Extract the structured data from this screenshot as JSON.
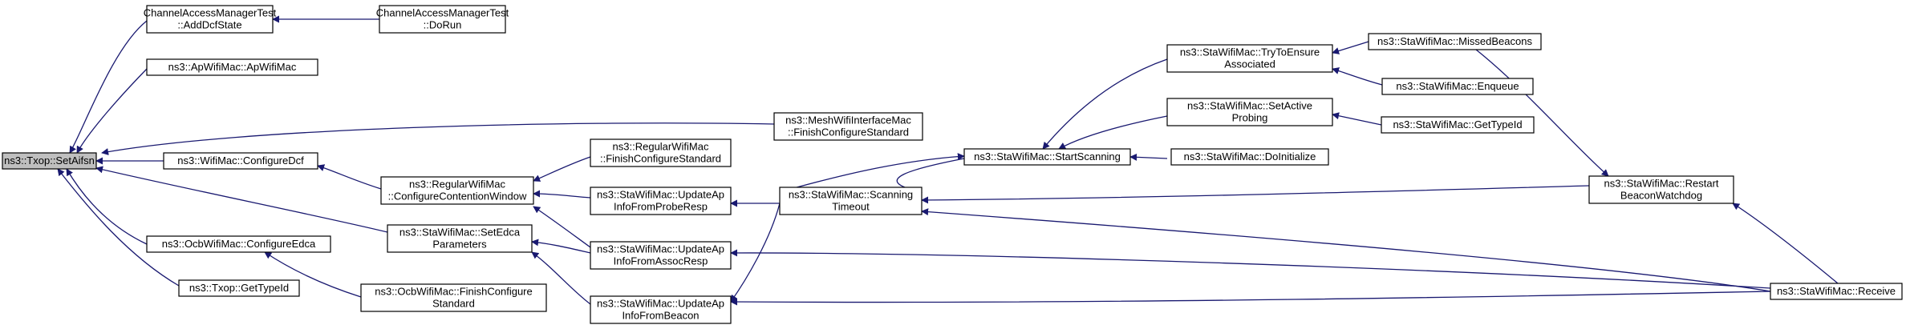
{
  "colors": {
    "edge": "#191970",
    "node_border": "#000000",
    "root_fill": "#bfbfbf",
    "node_fill": "#ffffff"
  },
  "nodes": [
    {
      "id": "root",
      "lines": [
        "ns3::Txop::SetAifsn"
      ]
    },
    {
      "id": "cam_add",
      "lines": [
        "ChannelAccessManagerTest",
        "::AddDcfState"
      ]
    },
    {
      "id": "cam_run",
      "lines": [
        "ChannelAccessManagerTest",
        "::DoRun"
      ]
    },
    {
      "id": "ap_mac",
      "lines": [
        "ns3::ApWifiMac::ApWifiMac"
      ]
    },
    {
      "id": "mesh_fin",
      "lines": [
        "ns3::MeshWifiInterfaceMac",
        "::FinishConfigureStandard"
      ]
    },
    {
      "id": "wifi_cfg",
      "lines": [
        "ns3::WifiMac::ConfigureDcf"
      ]
    },
    {
      "id": "reg_cw",
      "lines": [
        "ns3::RegularWifiMac",
        "::ConfigureContentionWindow"
      ]
    },
    {
      "id": "reg_fin",
      "lines": [
        "ns3::RegularWifiMac",
        "::FinishConfigureStandard"
      ]
    },
    {
      "id": "sta_edca",
      "lines": [
        "ns3::StaWifiMac::SetEdca",
        "Parameters"
      ]
    },
    {
      "id": "ocb_edca",
      "lines": [
        "ns3::OcbWifiMac::ConfigureEdca"
      ]
    },
    {
      "id": "ocb_fin",
      "lines": [
        "ns3::OcbWifiMac::FinishConfigure",
        "Standard"
      ]
    },
    {
      "id": "txop_tid",
      "lines": [
        "ns3::Txop::GetTypeId"
      ]
    },
    {
      "id": "upd_probe",
      "lines": [
        "ns3::StaWifiMac::UpdateAp",
        "InfoFromProbeResp"
      ]
    },
    {
      "id": "upd_assoc",
      "lines": [
        "ns3::StaWifiMac::UpdateAp",
        "InfoFromAssocResp"
      ]
    },
    {
      "id": "upd_beacon",
      "lines": [
        "ns3::StaWifiMac::UpdateAp",
        "InfoFromBeacon"
      ]
    },
    {
      "id": "scan_to",
      "lines": [
        "ns3::StaWifiMac::Scanning",
        "Timeout"
      ]
    },
    {
      "id": "start_scan",
      "lines": [
        "ns3::StaWifiMac::StartScanning"
      ]
    },
    {
      "id": "try_assoc",
      "lines": [
        "ns3::StaWifiMac::TryToEnsure",
        "Associated"
      ]
    },
    {
      "id": "active_probe",
      "lines": [
        "ns3::StaWifiMac::SetActive",
        "Probing"
      ]
    },
    {
      "id": "doinit",
      "lines": [
        "ns3::StaWifiMac::DoInitialize"
      ]
    },
    {
      "id": "missed",
      "lines": [
        "ns3::StaWifiMac::MissedBeacons"
      ]
    },
    {
      "id": "enqueue",
      "lines": [
        "ns3::StaWifiMac::Enqueue"
      ]
    },
    {
      "id": "sta_tid",
      "lines": [
        "ns3::StaWifiMac::GetTypeId"
      ]
    },
    {
      "id": "restart_wd",
      "lines": [
        "ns3::StaWifiMac::Restart",
        "BeaconWatchdog"
      ]
    },
    {
      "id": "receive",
      "lines": [
        "ns3::StaWifiMac::Receive"
      ]
    }
  ]
}
